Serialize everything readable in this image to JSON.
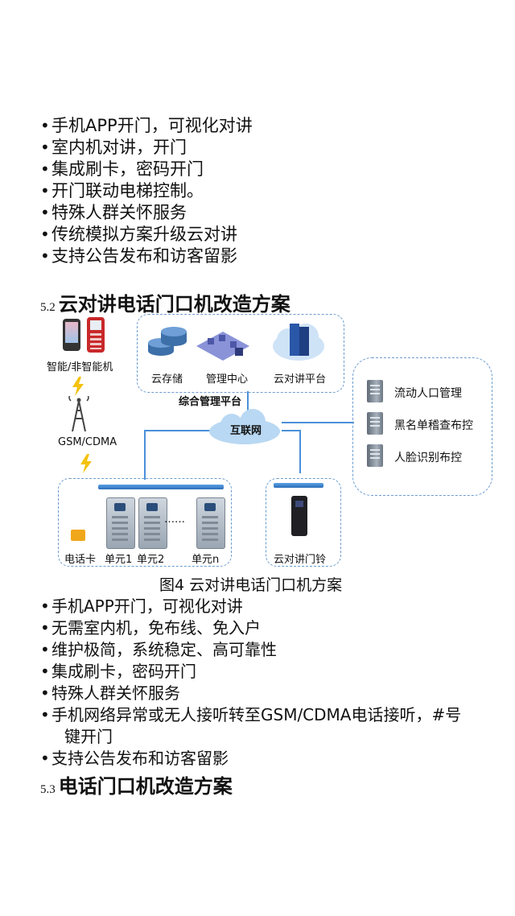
{
  "list1": [
    "手机APP开门，可视化对讲",
    "室内机对讲，开门",
    "集成刷卡，密码开门",
    "开门联动电梯控制。",
    "特殊人群关怀服务",
    "传统模拟方案升级云对讲",
    "支持公告发布和访客留影"
  ],
  "section52": {
    "num": "5.2",
    "title": "云对讲电话门口机改造方案"
  },
  "diagram": {
    "phones_label": "智能/非智能机",
    "tower_label": "GSM/CDMA",
    "storage_label": "云存储",
    "mgmt_label": "管理中心",
    "cloud_platform_label": "云对讲平台",
    "platform_label": "综合管理平台",
    "internet_label": "互联网",
    "services": [
      "流动人口管理",
      "黑名单稽查布控",
      "人脸识别布控"
    ],
    "sim_label": "电话卡",
    "unit1_label": "单元1",
    "unit2_label": "单元2",
    "ellipsis": "……",
    "unitn_label": "单元n",
    "doorbell_label": "云对讲门铃",
    "caption": "图4 云对讲电话门口机方案"
  },
  "list2": [
    "手机APP开门，可视化对讲",
    "无需室内机，免布线、免入户",
    "维护极简，系统稳定、高可靠性",
    "集成刷卡，密码开门",
    "特殊人群关怀服务",
    "手机网络异常或无人接听转至GSM/CDMA电话接听，#号",
    "键开门",
    "支持公告发布和访客留影"
  ],
  "section53": {
    "num": "5.3",
    "title": "电话门口机改造方案"
  }
}
